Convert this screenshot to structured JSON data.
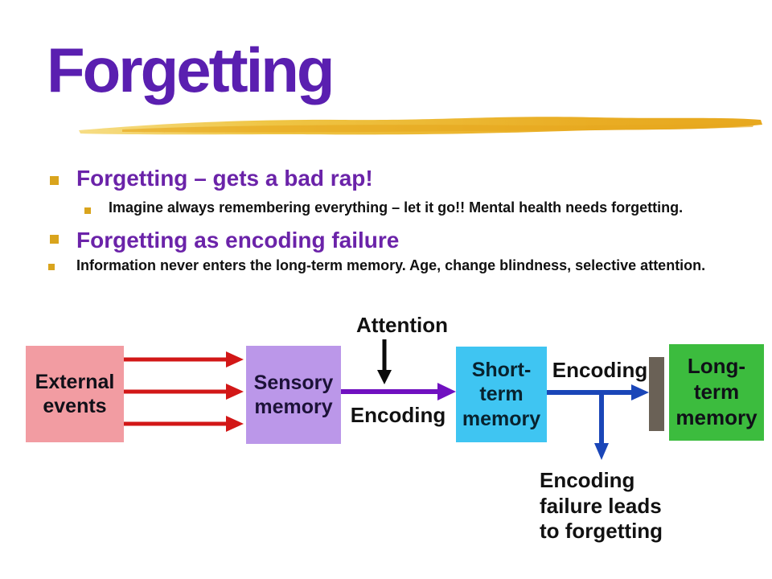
{
  "slide": {
    "title": "Forgetting",
    "bullets": [
      {
        "level": 1,
        "text": "Forgetting – gets a bad rap!"
      },
      {
        "level": 2,
        "text": "Imagine always remembering everything – let it go!! Mental health needs forgetting."
      },
      {
        "level": 1,
        "text": "Forgetting as encoding failure"
      },
      {
        "level": 2,
        "text": "Information never enters the long-term memory. Age, change blindness, selective attention."
      }
    ]
  },
  "diagram": {
    "attention_label": "Attention",
    "encoding_label_sensory_to_short": "Encoding",
    "encoding_label_short_to_long": "Encoding",
    "failure_label": "Encoding\nfailure leads\nto forgetting",
    "boxes": {
      "external": "External\nevents",
      "sensory": "Sensory\nmemory",
      "short_term": "Short-\nterm\nmemory",
      "long_term": "Long-\nterm\nmemory"
    }
  },
  "colors": {
    "title-purple": "#5a1fb0",
    "bullet-purple": "#6b23a9",
    "bullet-gold": "#d9a41d",
    "text-black": "#111111",
    "box-pink": "#f29ca2",
    "box-lavender": "#bb97e9",
    "box-cyan": "#3fc5f2",
    "box-green": "#3cbc3e",
    "bar-gray": "#6a6156",
    "arrow-red": "#d21717",
    "arrow-purple": "#7010c0",
    "arrow-blue": "#1a46b8",
    "arrow-black": "#0a0a0a",
    "brush-dark": "#e7a81e",
    "brush-mid": "#efc544",
    "brush-light": "#f6dd85"
  }
}
